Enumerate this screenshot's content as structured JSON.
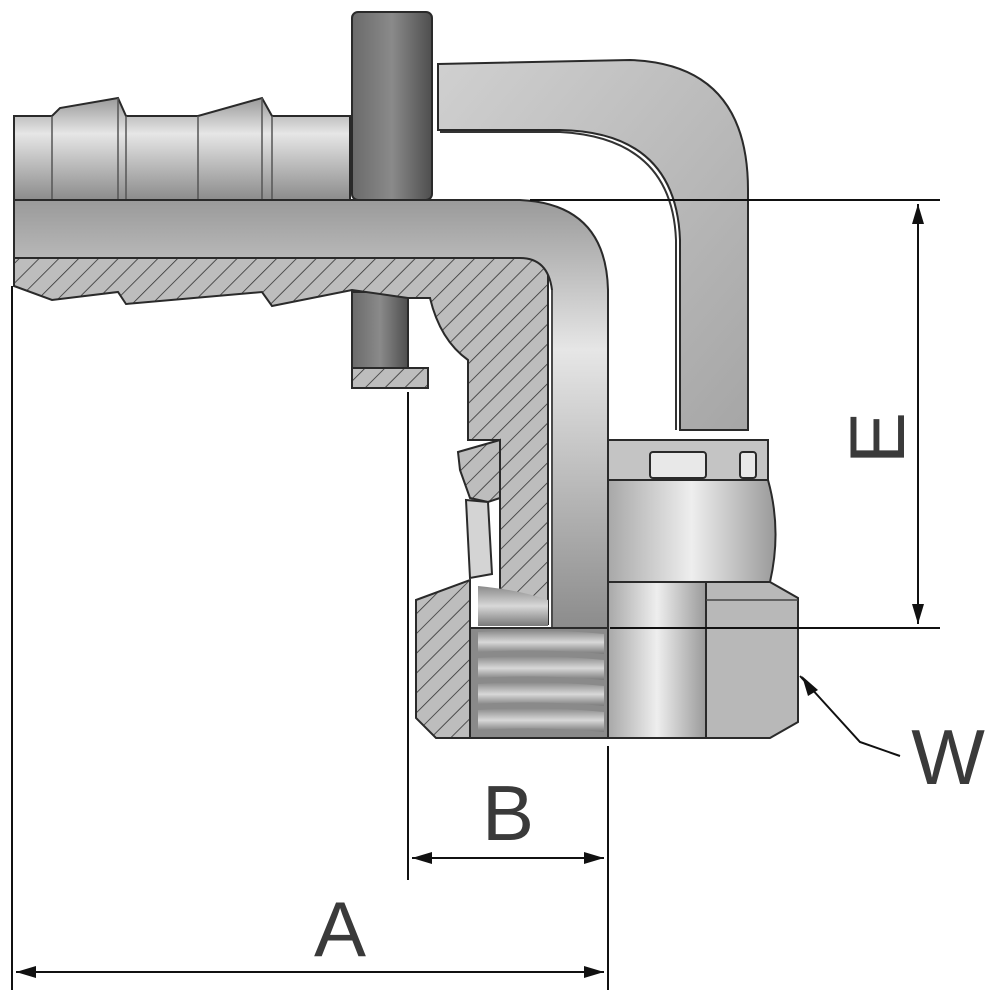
{
  "drawing": {
    "labels": {
      "a": "A",
      "b": "B",
      "e": "E",
      "w": "W"
    },
    "colors": {
      "metal_light": "#c8c8c8",
      "metal_mid": "#a9a9a9",
      "metal_dark": "#7a7a7a",
      "ring_dark": "#5a5a5a",
      "hatch": "#2a2a2a",
      "background": "#ffffff"
    }
  }
}
